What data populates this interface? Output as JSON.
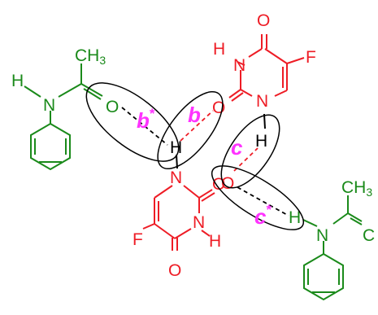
{
  "colors": {
    "uracil": "#ee1c25",
    "acetanilide": "#1a8a1a",
    "interaction": "#ff33ff",
    "bond": "#000000",
    "ellipse": "#000000"
  },
  "labels": {
    "topUracil": {
      "O4": "O",
      "H3": "H",
      "N3": "N",
      "F5": "F",
      "O2": "O",
      "N1": "N"
    },
    "bottomUracil": {
      "N1": "N",
      "O2": "O",
      "H6": "H",
      "F5": "F",
      "N3": "N",
      "H3": "H",
      "O4": "O"
    },
    "leftAmide": {
      "CH": "CH",
      "three": "3",
      "H": "H",
      "N": "N",
      "O": "O"
    },
    "rightAmide": {
      "CH": "CH",
      "three": "3",
      "H": "H",
      "N": "N",
      "O": "C"
    }
  },
  "interactions": {
    "b_star": {
      "letter": "b",
      "mark": "*"
    },
    "b": {
      "letter": "b"
    },
    "c": {
      "letter": "c"
    },
    "c_star": {
      "letter": "c",
      "mark": "*"
    }
  }
}
